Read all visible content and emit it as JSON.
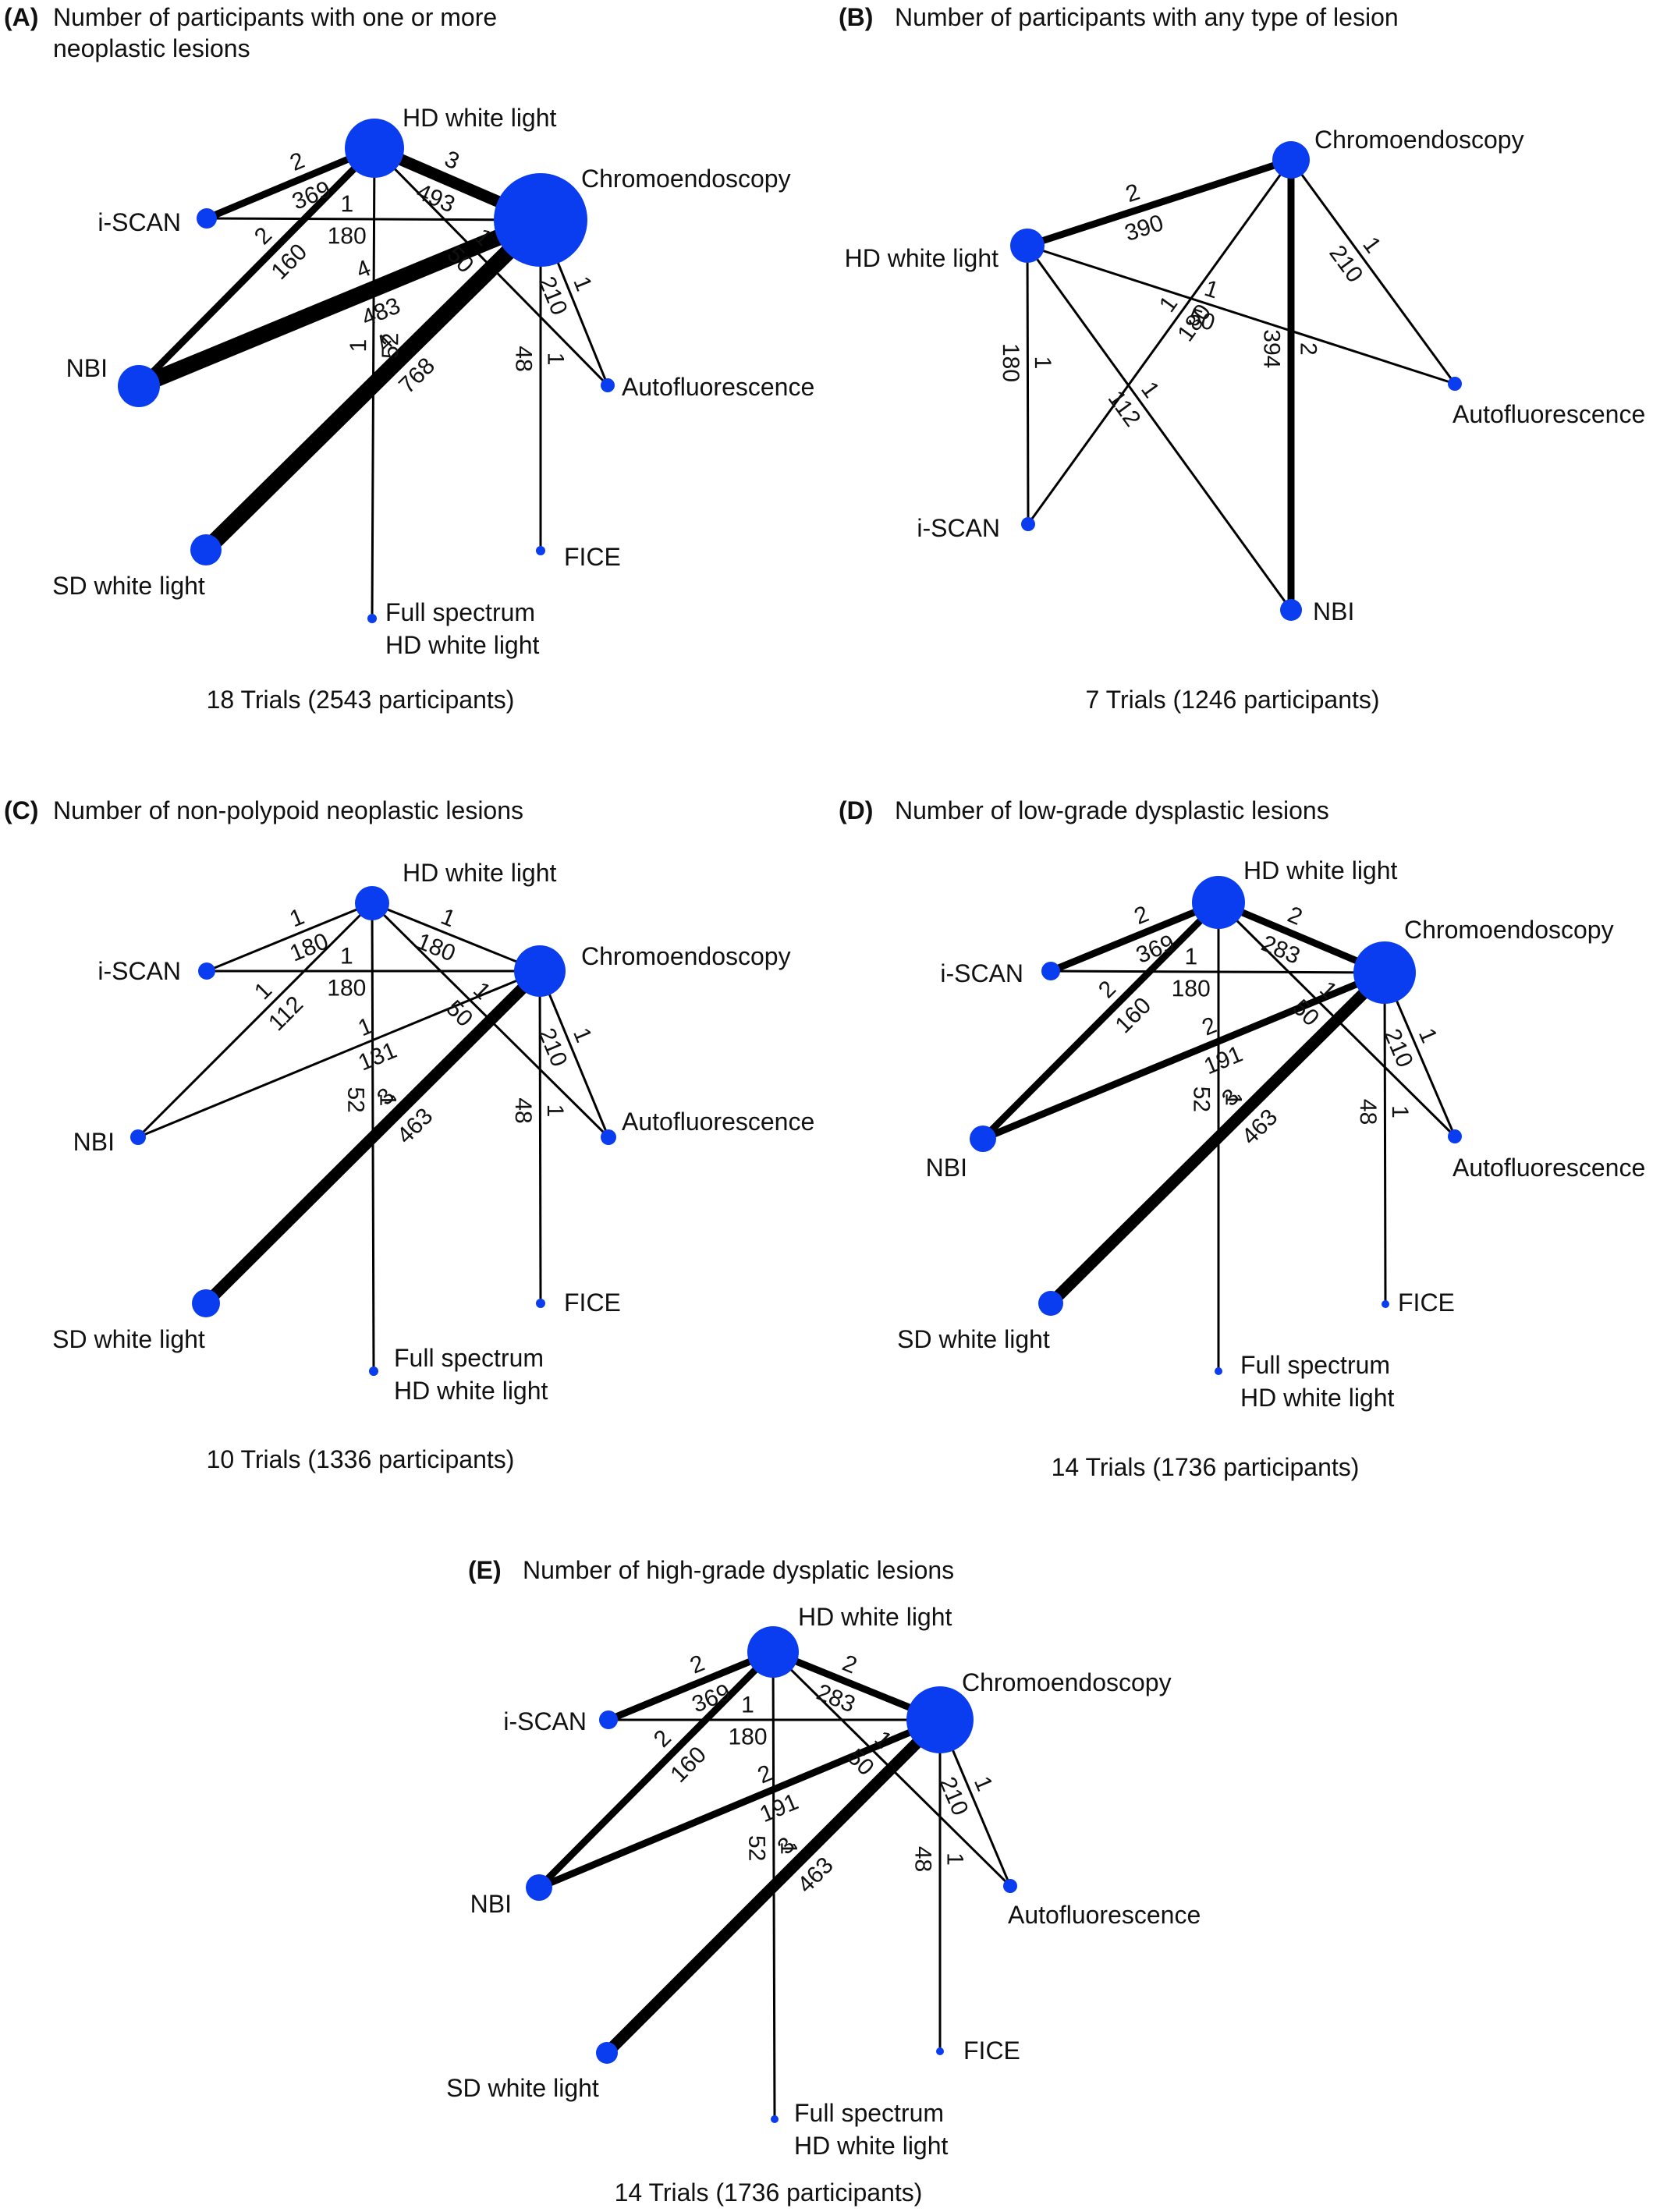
{
  "colors": {
    "node": "#0a3cf0",
    "edge": "#000000",
    "text": "#111111"
  },
  "panels": [
    {
      "id": "A",
      "label": "(A)",
      "title": [
        "Number of participants with one or more",
        "neoplastic lesions"
      ],
      "summary": "18 Trials (2543 participants)",
      "nodes": [
        {
          "id": "hd",
          "label": [
            "HD white light"
          ]
        },
        {
          "id": "chromo",
          "label": [
            "Chromoendoscopy"
          ]
        },
        {
          "id": "iscan",
          "label": [
            "i-SCAN"
          ]
        },
        {
          "id": "nbi",
          "label": [
            "NBI"
          ]
        },
        {
          "id": "auto",
          "label": [
            "Autofluorescence"
          ]
        },
        {
          "id": "sd",
          "label": [
            "SD white light"
          ]
        },
        {
          "id": "fice",
          "label": [
            "FICE"
          ]
        },
        {
          "id": "fs",
          "label": [
            "Full spectrum",
            "HD white light"
          ]
        }
      ],
      "edges": [
        {
          "from": "hd",
          "to": "iscan",
          "trials": "2",
          "participants": "369"
        },
        {
          "from": "hd",
          "to": "chromo",
          "trials": "3",
          "participants": "493"
        },
        {
          "from": "hd",
          "to": "nbi",
          "trials": "2",
          "participants": "160"
        },
        {
          "from": "hd",
          "to": "auto",
          "trials": "1",
          "participants": "50"
        },
        {
          "from": "hd",
          "to": "fs",
          "trials": "1",
          "participants": "52"
        },
        {
          "from": "iscan",
          "to": "chromo",
          "trials": "1",
          "participants": "180"
        },
        {
          "from": "chromo",
          "to": "nbi",
          "trials": "4",
          "participants": "483"
        },
        {
          "from": "chromo",
          "to": "sd",
          "trials": "4",
          "participants": "768"
        },
        {
          "from": "chromo",
          "to": "auto",
          "trials": "1",
          "participants": "210"
        },
        {
          "from": "chromo",
          "to": "fice",
          "trials": "1",
          "participants": "48"
        }
      ]
    },
    {
      "id": "B",
      "label": "(B)",
      "title": [
        "Number of participants with any type of lesion"
      ],
      "summary": "7 Trials (1246 participants)",
      "nodes": [
        {
          "id": "chromo",
          "label": [
            "Chromoendoscopy"
          ]
        },
        {
          "id": "hd",
          "label": [
            "HD white light"
          ]
        },
        {
          "id": "auto",
          "label": [
            "Autofluorescence"
          ]
        },
        {
          "id": "iscan",
          "label": [
            "i-SCAN"
          ]
        },
        {
          "id": "nbi",
          "label": [
            "NBI"
          ]
        }
      ],
      "edges": [
        {
          "from": "hd",
          "to": "chromo",
          "trials": "2",
          "participants": "390"
        },
        {
          "from": "hd",
          "to": "auto",
          "trials": "1",
          "participants": "50"
        },
        {
          "from": "hd",
          "to": "iscan",
          "trials": "1",
          "participants": "180"
        },
        {
          "from": "hd",
          "to": "nbi",
          "trials": "1",
          "participants": "112"
        },
        {
          "from": "chromo",
          "to": "auto",
          "trials": "1",
          "participants": "210"
        },
        {
          "from": "chromo",
          "to": "iscan",
          "trials": "1",
          "participants": "180"
        },
        {
          "from": "chromo",
          "to": "nbi",
          "trials": "2",
          "participants": "394"
        }
      ]
    },
    {
      "id": "C",
      "label": "(C)",
      "title": [
        "Number of non-polypoid neoplastic lesions"
      ],
      "summary": "10 Trials (1336 participants)",
      "nodes": [
        {
          "id": "hd",
          "label": [
            "HD white light"
          ]
        },
        {
          "id": "chromo",
          "label": [
            "Chromoendoscopy"
          ]
        },
        {
          "id": "iscan",
          "label": [
            "i-SCAN"
          ]
        },
        {
          "id": "nbi",
          "label": [
            "NBI"
          ]
        },
        {
          "id": "auto",
          "label": [
            "Autofluorescence"
          ]
        },
        {
          "id": "sd",
          "label": [
            "SD white light"
          ]
        },
        {
          "id": "fice",
          "label": [
            "FICE"
          ]
        },
        {
          "id": "fs",
          "label": [
            "Full spectrum",
            "HD white light"
          ]
        }
      ],
      "edges": [
        {
          "from": "hd",
          "to": "iscan",
          "trials": "1",
          "participants": "180"
        },
        {
          "from": "hd",
          "to": "chromo",
          "trials": "1",
          "participants": "180"
        },
        {
          "from": "hd",
          "to": "nbi",
          "trials": "1",
          "participants": "112"
        },
        {
          "from": "hd",
          "to": "auto",
          "trials": "1",
          "participants": "50"
        },
        {
          "from": "hd",
          "to": "fs",
          "trials": "1",
          "participants": "52"
        },
        {
          "from": "iscan",
          "to": "chromo",
          "trials": "1",
          "participants": "180"
        },
        {
          "from": "chromo",
          "to": "nbi",
          "trials": "1",
          "participants": "131"
        },
        {
          "from": "chromo",
          "to": "sd",
          "trials": "3",
          "participants": "463"
        },
        {
          "from": "chromo",
          "to": "auto",
          "trials": "1",
          "participants": "210"
        },
        {
          "from": "chromo",
          "to": "fice",
          "trials": "1",
          "participants": "48"
        }
      ]
    },
    {
      "id": "D",
      "label": "(D)",
      "title": [
        "Number of low-grade dysplastic lesions"
      ],
      "summary": "14 Trials (1736 participants)",
      "nodes": [
        {
          "id": "hd",
          "label": [
            "HD white light"
          ]
        },
        {
          "id": "chromo",
          "label": [
            "Chromoendoscopy"
          ]
        },
        {
          "id": "iscan",
          "label": [
            "i-SCAN"
          ]
        },
        {
          "id": "nbi",
          "label": [
            "NBI"
          ]
        },
        {
          "id": "auto",
          "label": [
            "Autofluorescence"
          ]
        },
        {
          "id": "sd",
          "label": [
            "SD white light"
          ]
        },
        {
          "id": "fice",
          "label": [
            "FICE"
          ]
        },
        {
          "id": "fs",
          "label": [
            "Full spectrum",
            "HD white light"
          ]
        }
      ],
      "edges": [
        {
          "from": "hd",
          "to": "iscan",
          "trials": "2",
          "participants": "369"
        },
        {
          "from": "hd",
          "to": "chromo",
          "trials": "2",
          "participants": "283"
        },
        {
          "from": "hd",
          "to": "nbi",
          "trials": "2",
          "participants": "160"
        },
        {
          "from": "hd",
          "to": "auto",
          "trials": "1",
          "participants": "50"
        },
        {
          "from": "hd",
          "to": "fs",
          "trials": "1",
          "participants": "52"
        },
        {
          "from": "iscan",
          "to": "chromo",
          "trials": "1",
          "participants": "180"
        },
        {
          "from": "chromo",
          "to": "nbi",
          "trials": "2",
          "participants": "191"
        },
        {
          "from": "chromo",
          "to": "sd",
          "trials": "3",
          "participants": "463"
        },
        {
          "from": "chromo",
          "to": "auto",
          "trials": "1",
          "participants": "210"
        },
        {
          "from": "chromo",
          "to": "fice",
          "trials": "1",
          "participants": "48"
        }
      ]
    },
    {
      "id": "E",
      "label": "(E)",
      "title": [
        "Number of high-grade dysplatic lesions"
      ],
      "summary": "14 Trials (1736 participants)",
      "nodes": [
        {
          "id": "hd",
          "label": [
            "HD white light"
          ]
        },
        {
          "id": "chromo",
          "label": [
            "Chromoendoscopy"
          ]
        },
        {
          "id": "iscan",
          "label": [
            "i-SCAN"
          ]
        },
        {
          "id": "nbi",
          "label": [
            "NBI"
          ]
        },
        {
          "id": "auto",
          "label": [
            "Autofluorescence"
          ]
        },
        {
          "id": "sd",
          "label": [
            "SD white light"
          ]
        },
        {
          "id": "fice",
          "label": [
            "FICE"
          ]
        },
        {
          "id": "fs",
          "label": [
            "Full spectrum",
            "HD white light"
          ]
        }
      ],
      "edges": [
        {
          "from": "hd",
          "to": "iscan",
          "trials": "2",
          "participants": "369"
        },
        {
          "from": "hd",
          "to": "chromo",
          "trials": "2",
          "participants": "283"
        },
        {
          "from": "hd",
          "to": "nbi",
          "trials": "2",
          "participants": "160"
        },
        {
          "from": "hd",
          "to": "auto",
          "trials": "1",
          "participants": "50"
        },
        {
          "from": "hd",
          "to": "fs",
          "trials": "1",
          "participants": "52"
        },
        {
          "from": "iscan",
          "to": "chromo",
          "trials": "1",
          "participants": "180"
        },
        {
          "from": "chromo",
          "to": "nbi",
          "trials": "2",
          "participants": "191"
        },
        {
          "from": "chromo",
          "to": "sd",
          "trials": "3",
          "participants": "463"
        },
        {
          "from": "chromo",
          "to": "auto",
          "trials": "1",
          "participants": "210"
        },
        {
          "from": "chromo",
          "to": "fice",
          "trials": "1",
          "participants": "48"
        }
      ]
    }
  ]
}
